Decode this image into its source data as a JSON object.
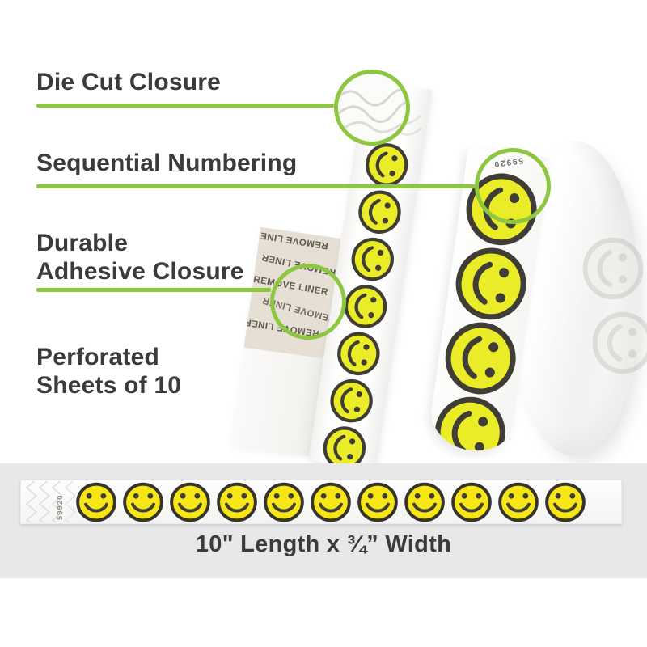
{
  "colors": {
    "accent_green": "#8dc63f",
    "text_dark": "#3b3b3b",
    "smiley_yellow": "#e9ec26",
    "smiley_yellow_bright": "#f7e616",
    "smiley_outline": "#403d36",
    "liner_beige": "#e5dfd4",
    "bottom_bar_gray": "#e8e7e9"
  },
  "feature_labels": {
    "die_cut": "Die Cut Closure",
    "sequential_numbering": "Sequential Numbering",
    "durable_line1": "Durable",
    "durable_line2": "Adhesive Closure",
    "perforated_line1": "Perforated",
    "perforated_line2": "Sheets of 10"
  },
  "wristband": {
    "serial_number": "59920",
    "roll_serial_number": "59920",
    "remove_liner_text": "REMOVE LINER",
    "size_caption": "10\" Length x ¾” Width"
  }
}
